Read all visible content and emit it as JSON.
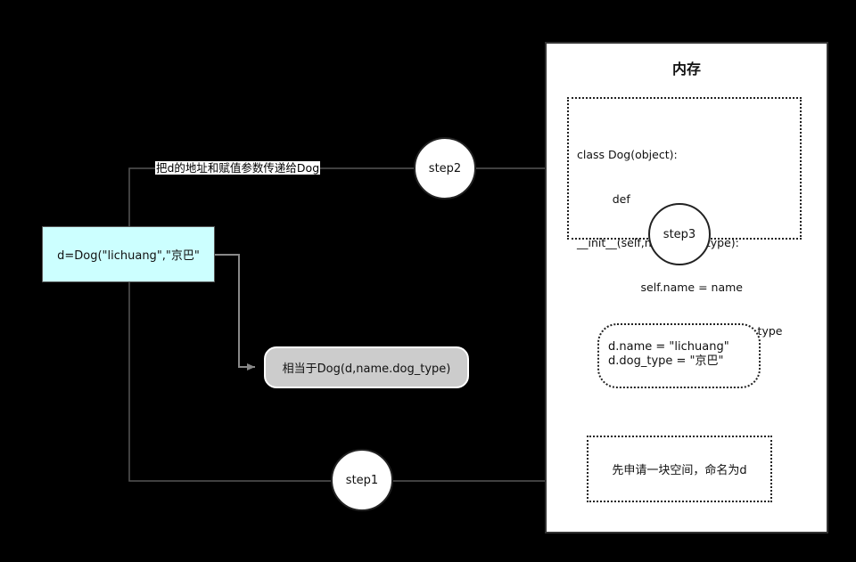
{
  "memory": {
    "title": "内存"
  },
  "class_box": {
    "code_lines": [
      "class Dog(object):",
      "          def",
      "__init__(self,name,dog_type):",
      "                  self.name = name",
      "                  self.dog_type = dog_type"
    ]
  },
  "steps": {
    "step1": "step1",
    "step2": "step2",
    "step3": "step3"
  },
  "start_box": {
    "text": "d=Dog(\"lichuang\",\"京巴\""
  },
  "edge_label": "把d的地址和赋值参数传递给Dog",
  "equiv_box": {
    "text": "相当于Dog(d,name.dog_type)"
  },
  "attr_box": {
    "line1": "d.name = \"lichuang\"",
    "line2": "d.dog_type = \"京巴\""
  },
  "alloc_box": {
    "text": "先申请一块空间，命名为d"
  },
  "colors": {
    "connector": "#555555",
    "red_arrow": "#e00000",
    "start_fill": "#ccffff",
    "equiv_fill": "#cccccc"
  }
}
